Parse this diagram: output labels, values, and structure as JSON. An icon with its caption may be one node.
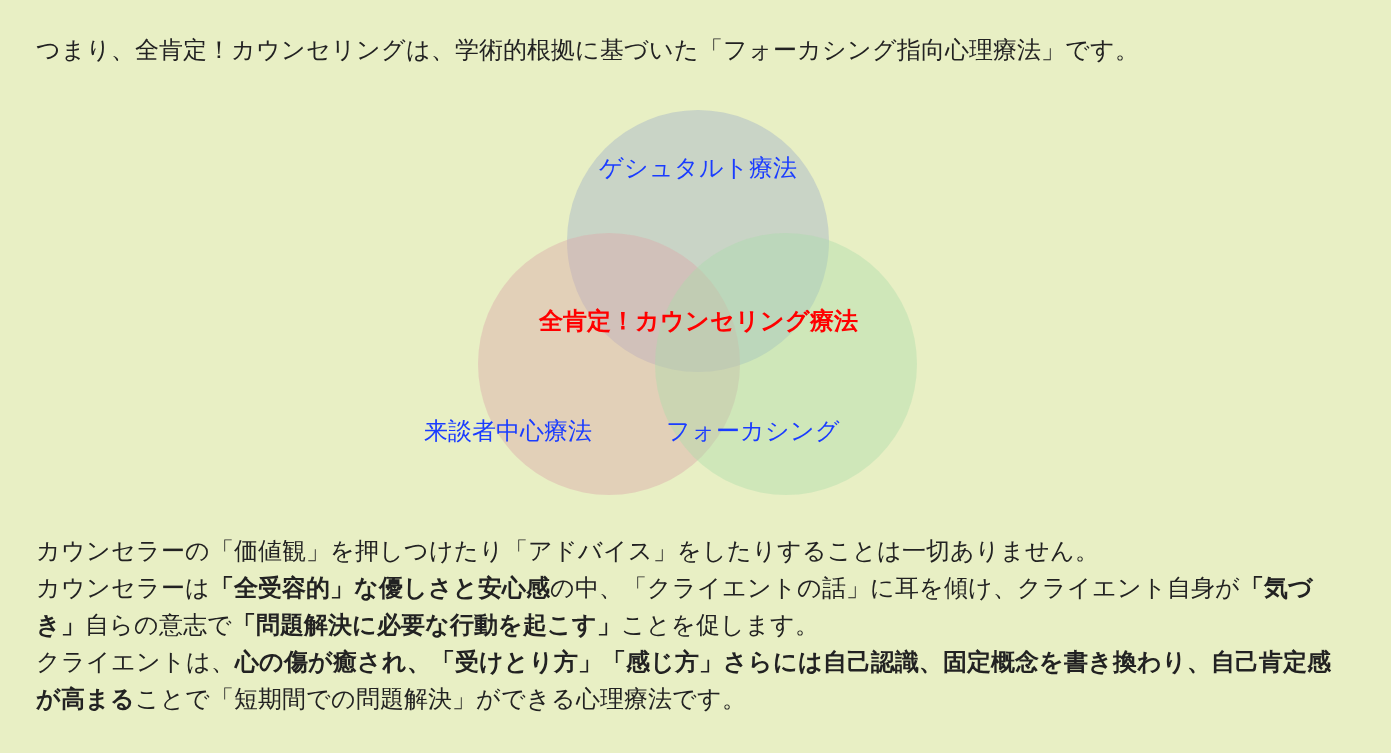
{
  "diagram": {
    "title": "つまり、全肯定！カウンセリングは、学術的根拠に基づいた「フォーカシング指向心理療法」です。",
    "nodes": [
      {
        "text": [
          "ゲシュタルト療法"
        ]
      },
      {
        "text": [
          "来談者中心療法"
        ]
      },
      {
        "text": [
          "フォーカシング"
        ]
      }
    ],
    "labels": [
      "全肯定！カウンセリング療法",
      "カウンセラーの「価値観」を押しつけたり「アドバイス」をしたりすることは一切ありません。",
      "カウンセラーは**「全受容的」な優しさと安心感**の中、「クライエントの話」に耳を傾け、クライエント自身が**「気づき」**自らの意志で**「問題解決に必要な行動を起こす」**ことを促します。",
      "クライエントは、**心の傷が癒され、「受けとり方」「感じ方」さらには自己認識、固定概念を書き換わり、自己肯定感が高まる**ことで「短期間での問題解決」ができる心理療法です。"
    ]
  }
}
